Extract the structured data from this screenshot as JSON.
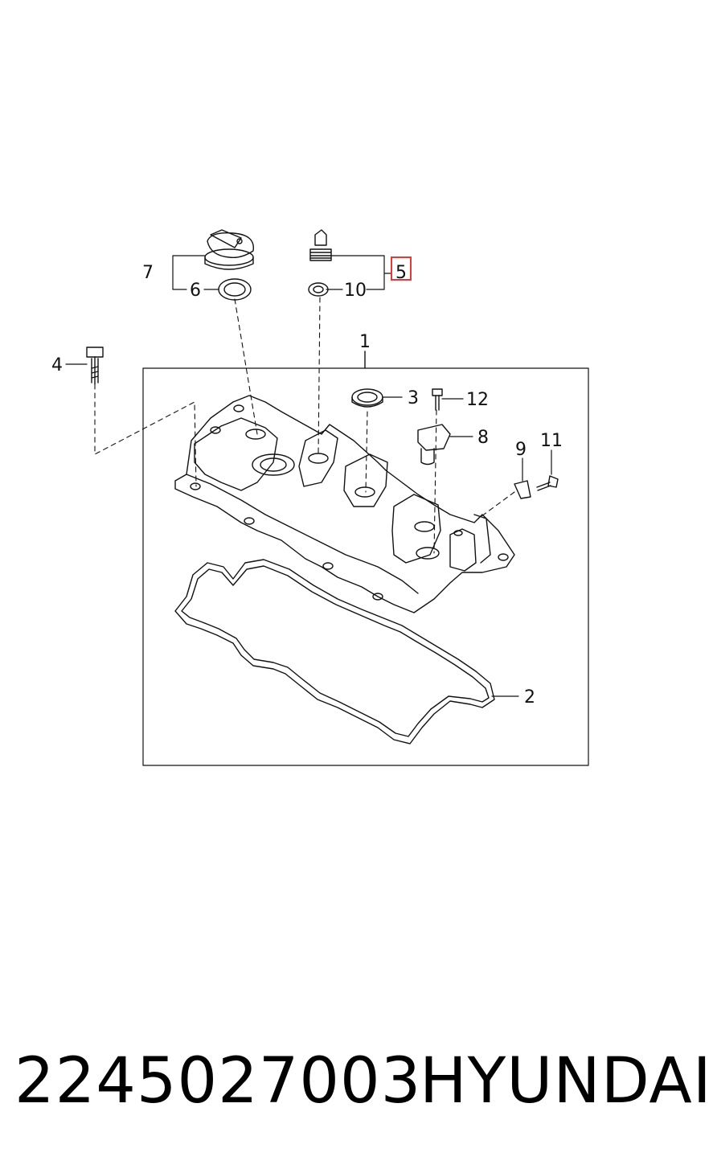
{
  "callouts": {
    "c1": "1",
    "c2": "2",
    "c3": "3",
    "c4": "4",
    "c5": "5",
    "c6": "6",
    "c7": "7",
    "c8": "8",
    "c9": "9",
    "c10": "10",
    "c11": "11",
    "c12": "12"
  },
  "highlighted_callout": "5",
  "highlight_color": "#e53935",
  "footer": {
    "part_number": "2245027003",
    "brand": "HYUNDAI"
  }
}
